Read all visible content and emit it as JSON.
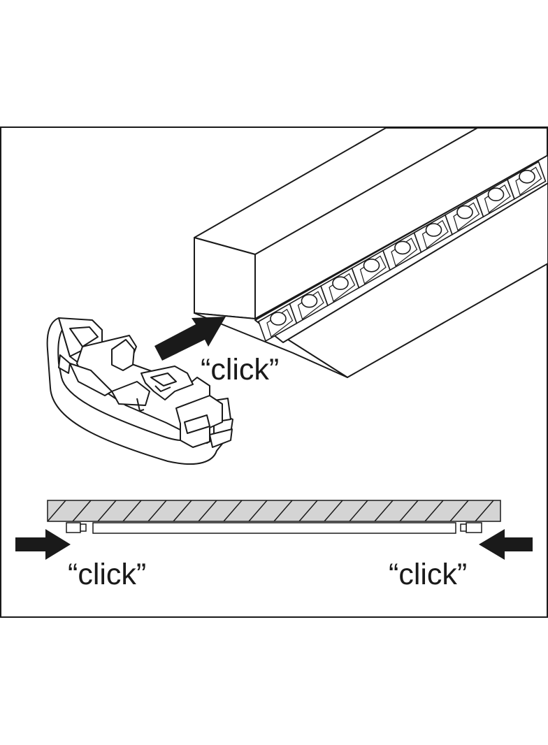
{
  "labels": {
    "click_top": "“click”",
    "click_left": "“click”",
    "click_right": "“click”"
  },
  "colors": {
    "line": "#1a1a1a",
    "ceiling_fill": "#d4d4d4",
    "background": "#ffffff"
  },
  "figure": {
    "louver_cell_count": 9,
    "ceiling_hatch_count": 19
  }
}
